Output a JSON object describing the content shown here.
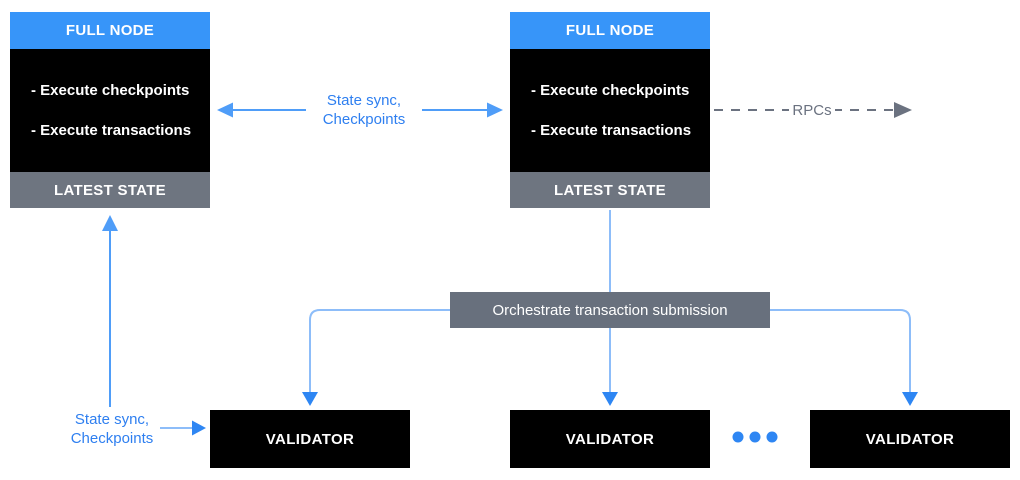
{
  "diagram": {
    "full_nodes": [
      {
        "title": "FULL NODE",
        "items": [
          "- Execute checkpoints",
          "- Execute transactions"
        ],
        "footer": "LATEST STATE"
      },
      {
        "title": "FULL NODE",
        "items": [
          "- Execute checkpoints",
          "- Execute transactions"
        ],
        "footer": "LATEST STATE"
      }
    ],
    "orchestrator": {
      "label": "Orchestrate transaction submission"
    },
    "validators": [
      {
        "label": "VALIDATOR"
      },
      {
        "label": "VALIDATOR"
      },
      {
        "label": "VALIDATOR"
      }
    ],
    "labels": {
      "sync_top": {
        "line1": "State sync,",
        "line2": "Checkpoints"
      },
      "rpcs": "RPCs",
      "sync_bottom": {
        "line1": "State sync,",
        "line2": "Checkpoints"
      }
    },
    "colors": {
      "header_blue": "#3795f9",
      "accent_blue": "#2e86f3",
      "mid_blue": "#4f9df8",
      "light_blue": "#8dbdf9",
      "text_blue": "#2e7ff0",
      "slate_gray": "#6e7580",
      "box_gray": "#68707d",
      "line_gray": "#6b7280",
      "node_black": "#000000"
    }
  }
}
